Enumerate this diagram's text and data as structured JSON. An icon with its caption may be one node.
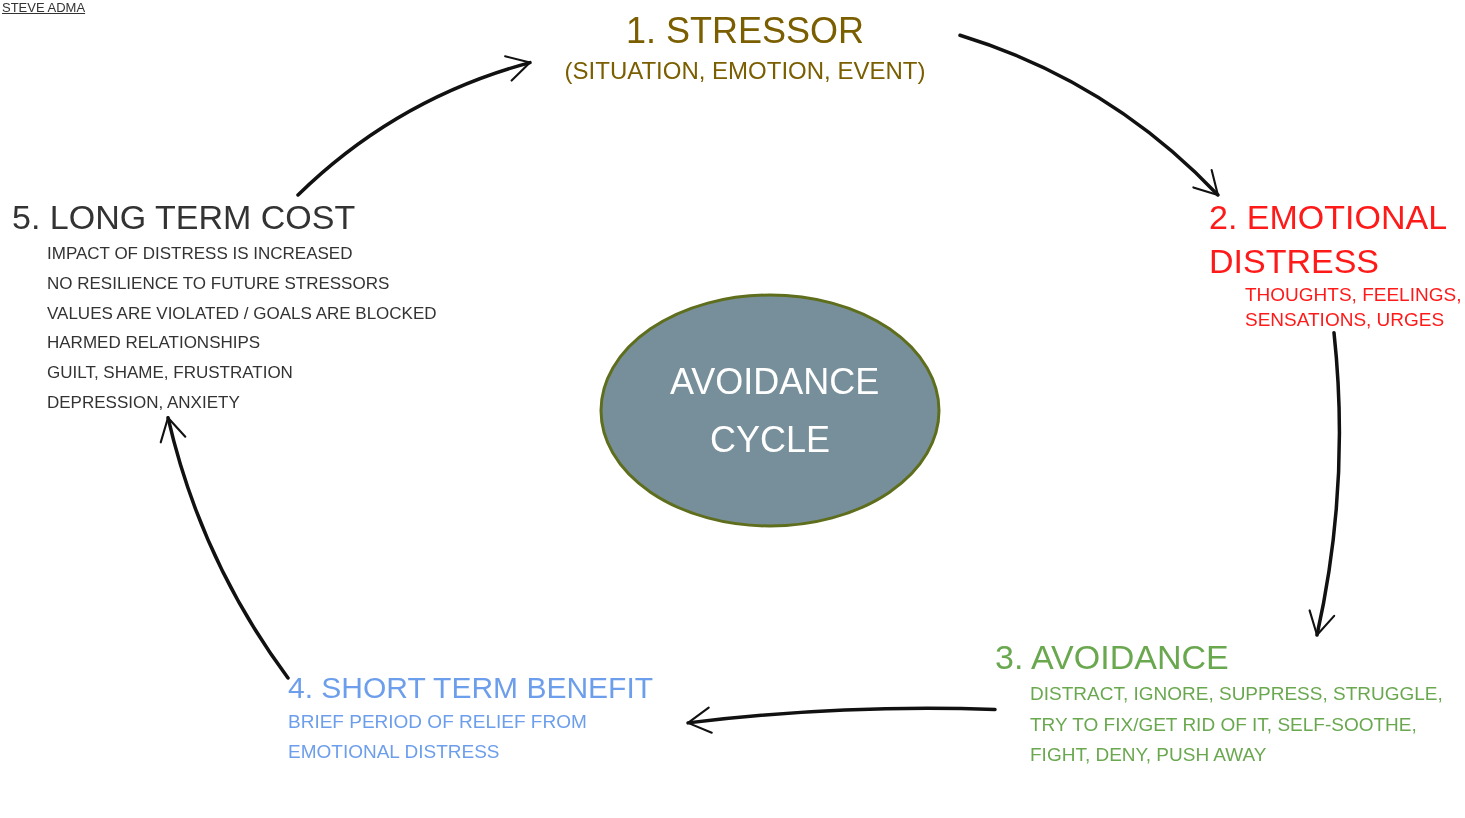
{
  "diagram": {
    "nodes": [
      {
        "text": [
          "1. STRESSOR",
          "(SITUATION, EMOTION, EVENT)"
        ]
      },
      {
        "text": [
          "2. EMOTIONAL DISTRESS",
          "THOUGHTS, FEELINGS, SENSATIONS, URGES"
        ]
      },
      {
        "text": [
          "3. AVOIDANCE",
          "DISTRACT, IGNORE, SUPPRESS, STRUGGLE, TRY TO FIX/GET RID OF IT, SELF-SOOTHE, FIGHT, DENY, PUSH AWAY"
        ]
      },
      {
        "text": [
          "4. SHORT TERM BENEFIT",
          "BRIEF PERIOD OF RELIEF FROM EMOTIONAL DISTRESS"
        ]
      },
      {
        "text": [
          "5. LONG TERM COST",
          "IMPACT OF DISTRESS IS INCREASED",
          "NO RESILIENCE TO FUTURE STRESSORS",
          "VALUES ARE VIOLATED / GOALS ARE BLOCKED",
          "HARMED RELATIONSHIPS",
          "GUILT, SHAME, FRUSTRATION",
          "DEPRESSION, ANXIETY"
        ]
      },
      {
        "text": [
          "AVOIDANCE CYCLE"
        ]
      }
    ],
    "edges": [
      {
        "from": 0,
        "to": 1,
        "arrow": "to"
      },
      {
        "from": 1,
        "to": 2,
        "arrow": "to"
      },
      {
        "from": 2,
        "to": 3,
        "arrow": "to"
      },
      {
        "from": 3,
        "to": 4,
        "arrow": "to"
      },
      {
        "from": 4,
        "to": 0,
        "arrow": "to"
      }
    ],
    "labels": [
      "STEVE ADMA"
    ]
  }
}
